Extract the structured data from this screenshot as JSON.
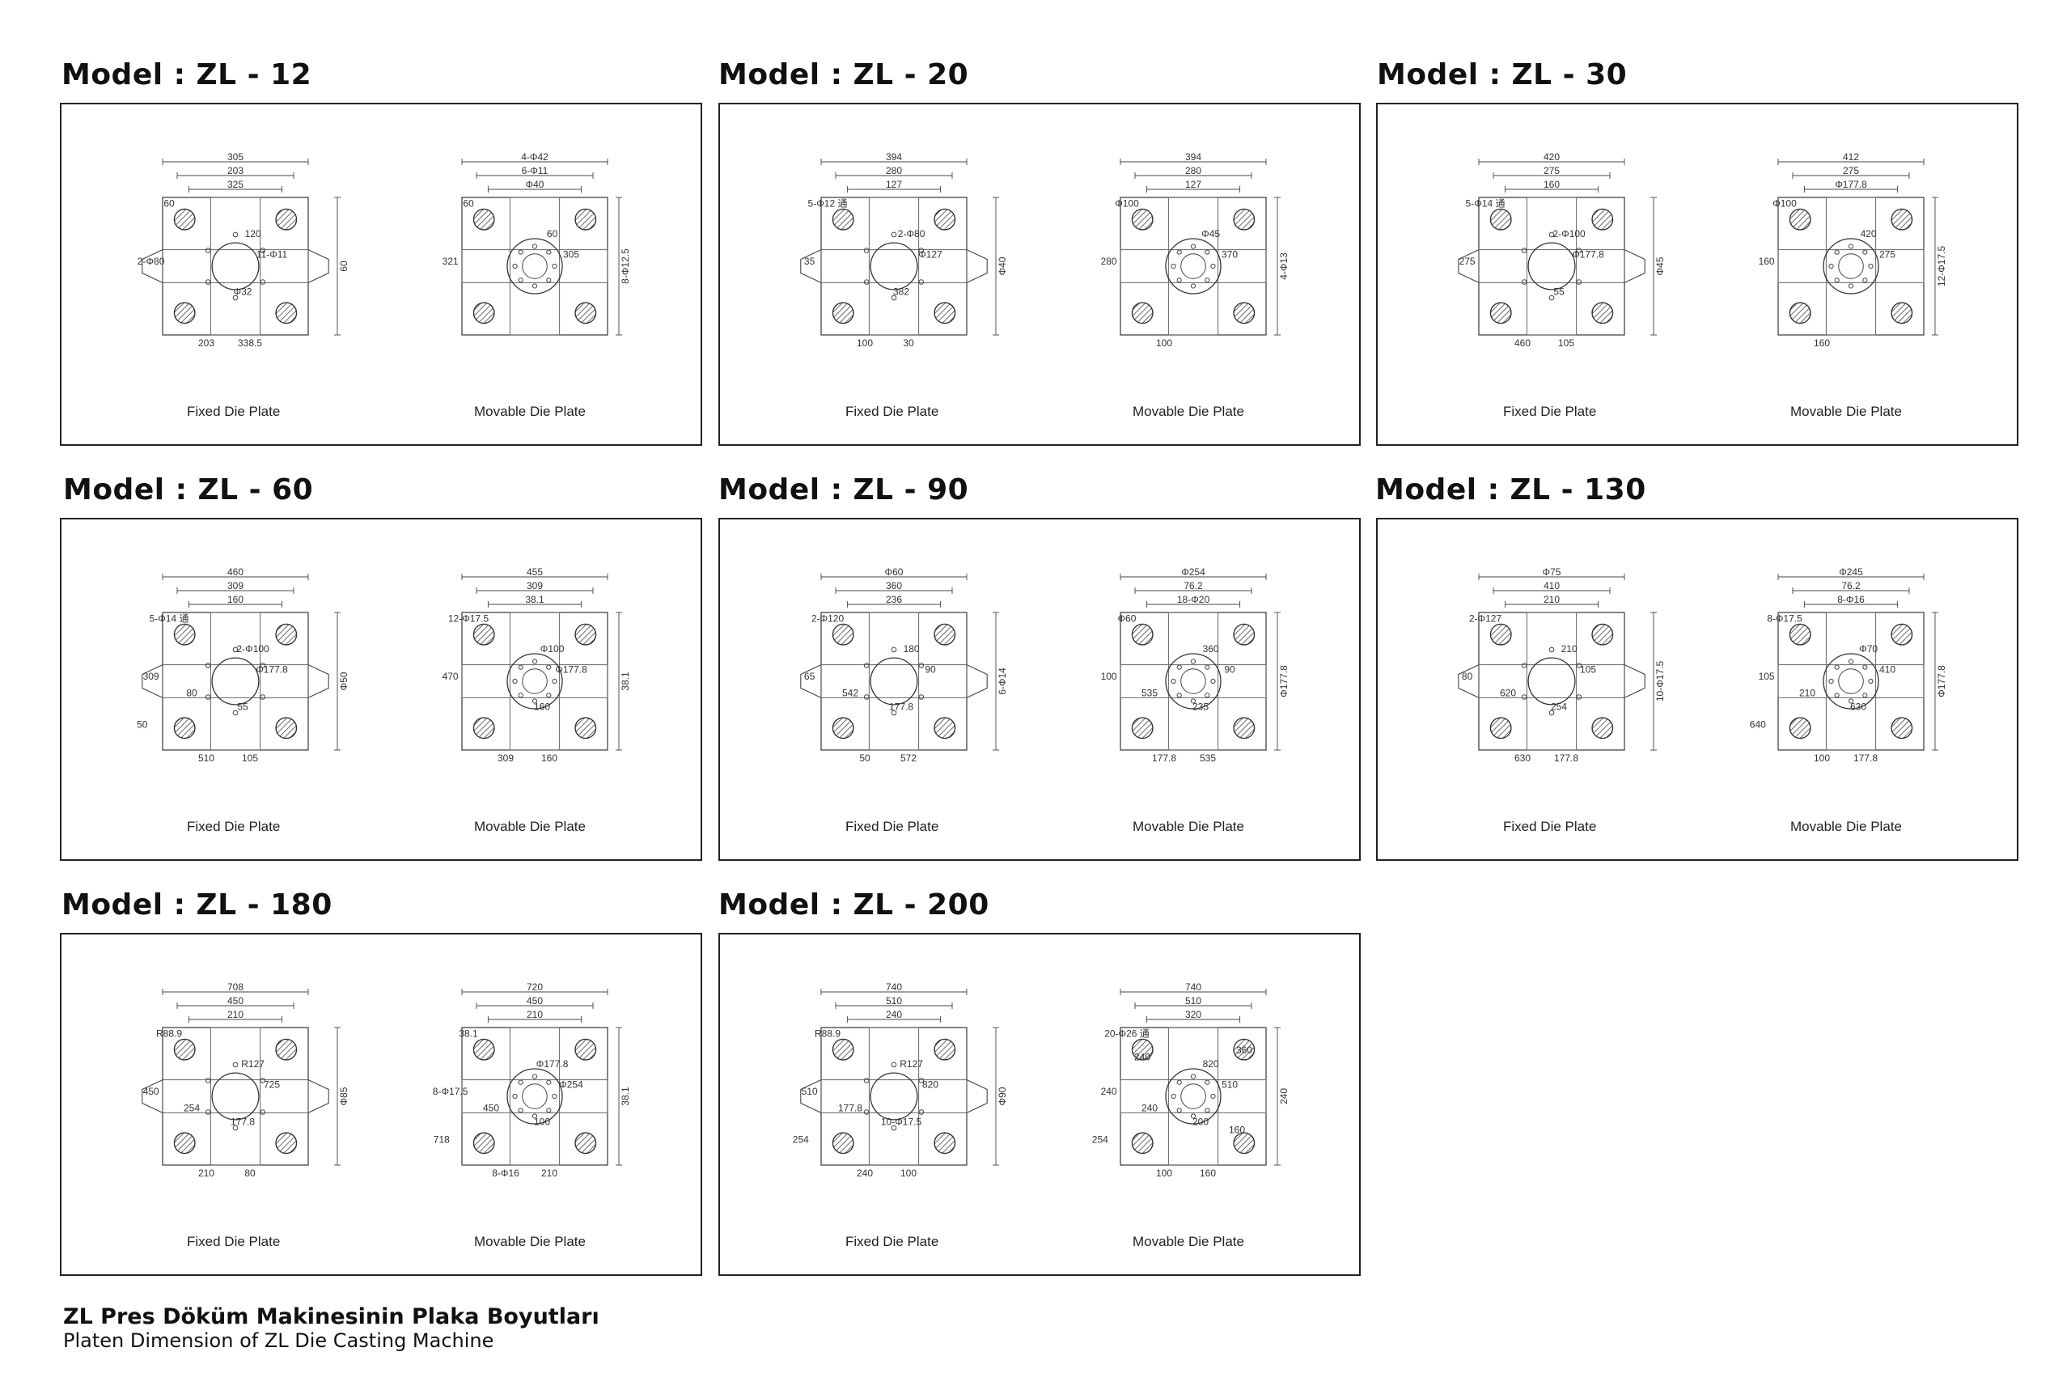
{
  "panels": [
    {
      "title": "Model : ZL - 12",
      "fixed": {
        "label": "Fixed Die Plate",
        "dims": [
          "305",
          "203",
          "325",
          "60",
          "60",
          "120",
          "11-Φ11",
          "2-Φ80",
          "203",
          "338.5",
          "Φ32"
        ]
      },
      "movable": {
        "label": "Movable Die Plate",
        "dims": [
          "4-Φ42",
          "6-Φ11",
          "Φ40",
          "8-Φ12.5",
          "60",
          "60",
          "305",
          "321"
        ]
      }
    },
    {
      "title": "Model : ZL - 20",
      "fixed": {
        "label": "Fixed Die Plate",
        "dims": [
          "394",
          "280",
          "127",
          "Φ40",
          "5-Φ12 通",
          "2-Φ80",
          "Φ127",
          "35",
          "100",
          "30",
          "382"
        ]
      },
      "movable": {
        "label": "Movable Die Plate",
        "dims": [
          "394",
          "280",
          "127",
          "4-Φ13",
          "Φ100",
          "Φ45",
          "370",
          "280",
          "100"
        ]
      }
    },
    {
      "title": "Model : ZL - 30",
      "fixed": {
        "label": "Fixed Die Plate",
        "dims": [
          "420",
          "275",
          "160",
          "Φ45",
          "5-Φ14 通",
          "2-Φ100",
          "Φ177.8",
          "275",
          "460",
          "105",
          "55"
        ]
      },
      "movable": {
        "label": "Movable Die Plate",
        "dims": [
          "412",
          "275",
          "Φ177.8",
          "12-Φ17.5",
          "Φ100",
          "420",
          "275",
          "160",
          "160"
        ]
      }
    },
    {
      "title": "Model : ZL - 60",
      "fixed": {
        "label": "Fixed Die Plate",
        "dims": [
          "460",
          "309",
          "160",
          "Φ50",
          "5-Φ14 通",
          "2-Φ100",
          "Φ177.8",
          "309",
          "510",
          "105",
          "55",
          "80",
          "50"
        ]
      },
      "movable": {
        "label": "Movable Die Plate",
        "dims": [
          "455",
          "309",
          "38.1",
          "38.1",
          "12-Φ17.5",
          "Φ100",
          "Φ177.8",
          "470",
          "309",
          "160",
          "160"
        ]
      }
    },
    {
      "title": "Model : ZL - 90",
      "fixed": {
        "label": "Fixed Die Plate",
        "dims": [
          "Φ60",
          "360",
          "236",
          "6-Φ14",
          "2-Φ120",
          "180",
          "90",
          "65",
          "50",
          "572",
          "177.8",
          "542"
        ]
      },
      "movable": {
        "label": "Movable Die Plate",
        "dims": [
          "Φ254",
          "76.2",
          "18-Φ20",
          "Φ177.8",
          "Φ60",
          "360",
          "90",
          "100",
          "177.8",
          "535",
          "235",
          "535"
        ]
      }
    },
    {
      "title": "Model : ZL - 130",
      "fixed": {
        "label": "Fixed Die Plate",
        "dims": [
          "Φ75",
          "410",
          "210",
          "10-Φ17.5",
          "2-Φ127",
          "210",
          "105",
          "80",
          "630",
          "177.8",
          "254",
          "620"
        ]
      },
      "movable": {
        "label": "Movable Die Plate",
        "dims": [
          "Φ245",
          "76.2",
          "8-Φ16",
          "Φ177.8",
          "8-Φ17.5",
          "Φ70",
          "410",
          "105",
          "100",
          "177.8",
          "630",
          "210",
          "640"
        ]
      }
    },
    {
      "title": "Model : ZL - 180",
      "fixed": {
        "label": "Fixed Die Plate",
        "dims": [
          "708",
          "450",
          "210",
          "Φ85",
          "R88.9",
          "R127",
          "725",
          "450",
          "210",
          "80",
          "177.8",
          "254"
        ]
      },
      "movable": {
        "label": "Movable Die Plate",
        "dims": [
          "720",
          "450",
          "210",
          "38.1",
          "38.1",
          "Φ177.8",
          "Φ254",
          "8-Φ17.5",
          "8-Φ16",
          "210",
          "100",
          "450",
          "718"
        ]
      }
    },
    {
      "title": "Model : ZL - 200",
      "fixed": {
        "label": "Fixed Die Plate",
        "dims": [
          "740",
          "510",
          "240",
          "Φ90",
          "R88.9",
          "R127",
          "820",
          "510",
          "240",
          "100",
          "10-Φ17.5",
          "177.8",
          "254"
        ]
      },
      "movable": {
        "label": "Movable Die Plate",
        "dims": [
          "740",
          "510",
          "320",
          "240",
          "20-Φ26 通",
          "820",
          "510",
          "240",
          "100",
          "160",
          "200",
          "240",
          "254",
          "160",
          "240",
          "360"
        ]
      }
    }
  ],
  "footer": {
    "title_tr": "ZL Pres Döküm Makinesinin Plaka Boyutları",
    "title_en": "Platen Dimension of ZL Die Casting Machine"
  }
}
